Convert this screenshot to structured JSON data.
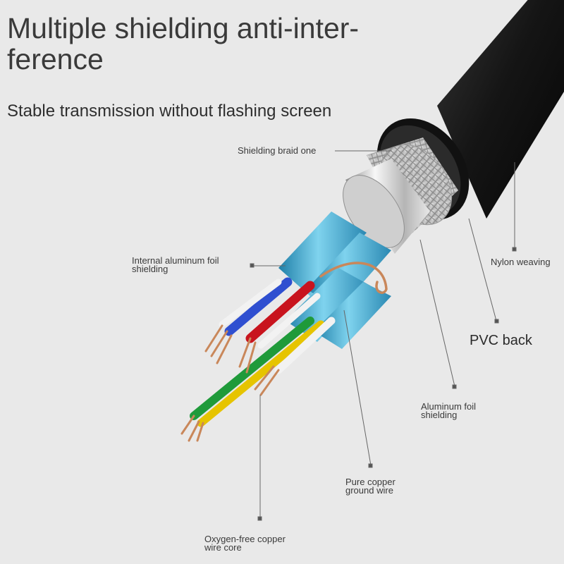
{
  "title": "Multiple shielding anti-inter-\nference",
  "subtitle": "Stable transmission without flashing screen",
  "labels": {
    "braid": "Shielding braid one",
    "internal_foil": "Internal aluminum foil\nshielding",
    "nylon": "Nylon weaving",
    "pvc": "PVC back",
    "aluminum_foil": "Aluminum foil\nshielding",
    "ground_wire": "Pure copper\nground wire",
    "copper_core": "Oxygen-free copper\nwire core"
  },
  "colors": {
    "background": "#e9e9e9",
    "jacket": "#1a1a1a",
    "foil": "#3aa0c8",
    "wire_blue": "#2f4fd0",
    "wire_red": "#c8141e",
    "wire_green": "#1f9a3a",
    "wire_yellow": "#e6c400",
    "copper": "#c9875a"
  }
}
